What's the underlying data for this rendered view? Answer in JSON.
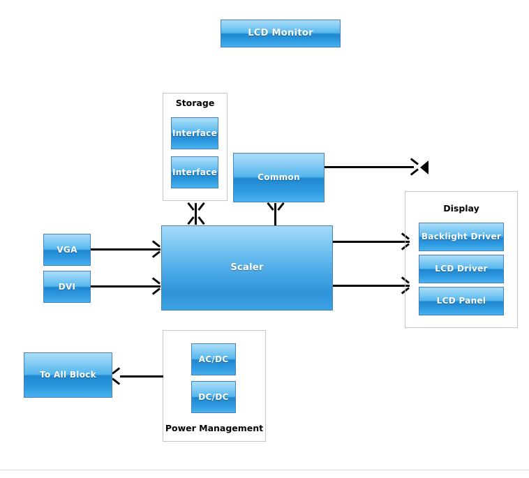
{
  "diagram": {
    "title_block": {
      "label": "LCD Monitor"
    },
    "blocks": {
      "vga": {
        "label": "VGA"
      },
      "dvi": {
        "label": "DVI"
      },
      "scaler": {
        "label": "Scaler"
      },
      "common": {
        "label": "Common"
      },
      "interface_top": {
        "label": "Interface"
      },
      "interface_bottom": {
        "label": "Interface"
      },
      "backlight_driver": {
        "label": "Backlight Driver"
      },
      "lcd_driver": {
        "label": "LCD Driver"
      },
      "lcd_panel": {
        "label": "LCD Panel"
      },
      "acdc": {
        "label": "AC/DC"
      },
      "dcdc": {
        "label": "DC/DC"
      },
      "to_all_block": {
        "label": "To All Block"
      }
    },
    "groups": {
      "storage": {
        "title": "Storage"
      },
      "display": {
        "title": "Display"
      },
      "power_management": {
        "title": "Power Management"
      }
    },
    "icons": {
      "audio_out": "speaker-icon"
    },
    "colors": {
      "block_gradient_top": "#aadcf7",
      "block_gradient_bottom": "#49b3ee",
      "block_border": "#4a81b4",
      "group_border": "#c6c6c6",
      "connector": "#000000",
      "text_on_block": "#ffffff",
      "label_text": "#000000",
      "canvas_background": "#ffffff",
      "divider": "#e2e2e2"
    }
  }
}
